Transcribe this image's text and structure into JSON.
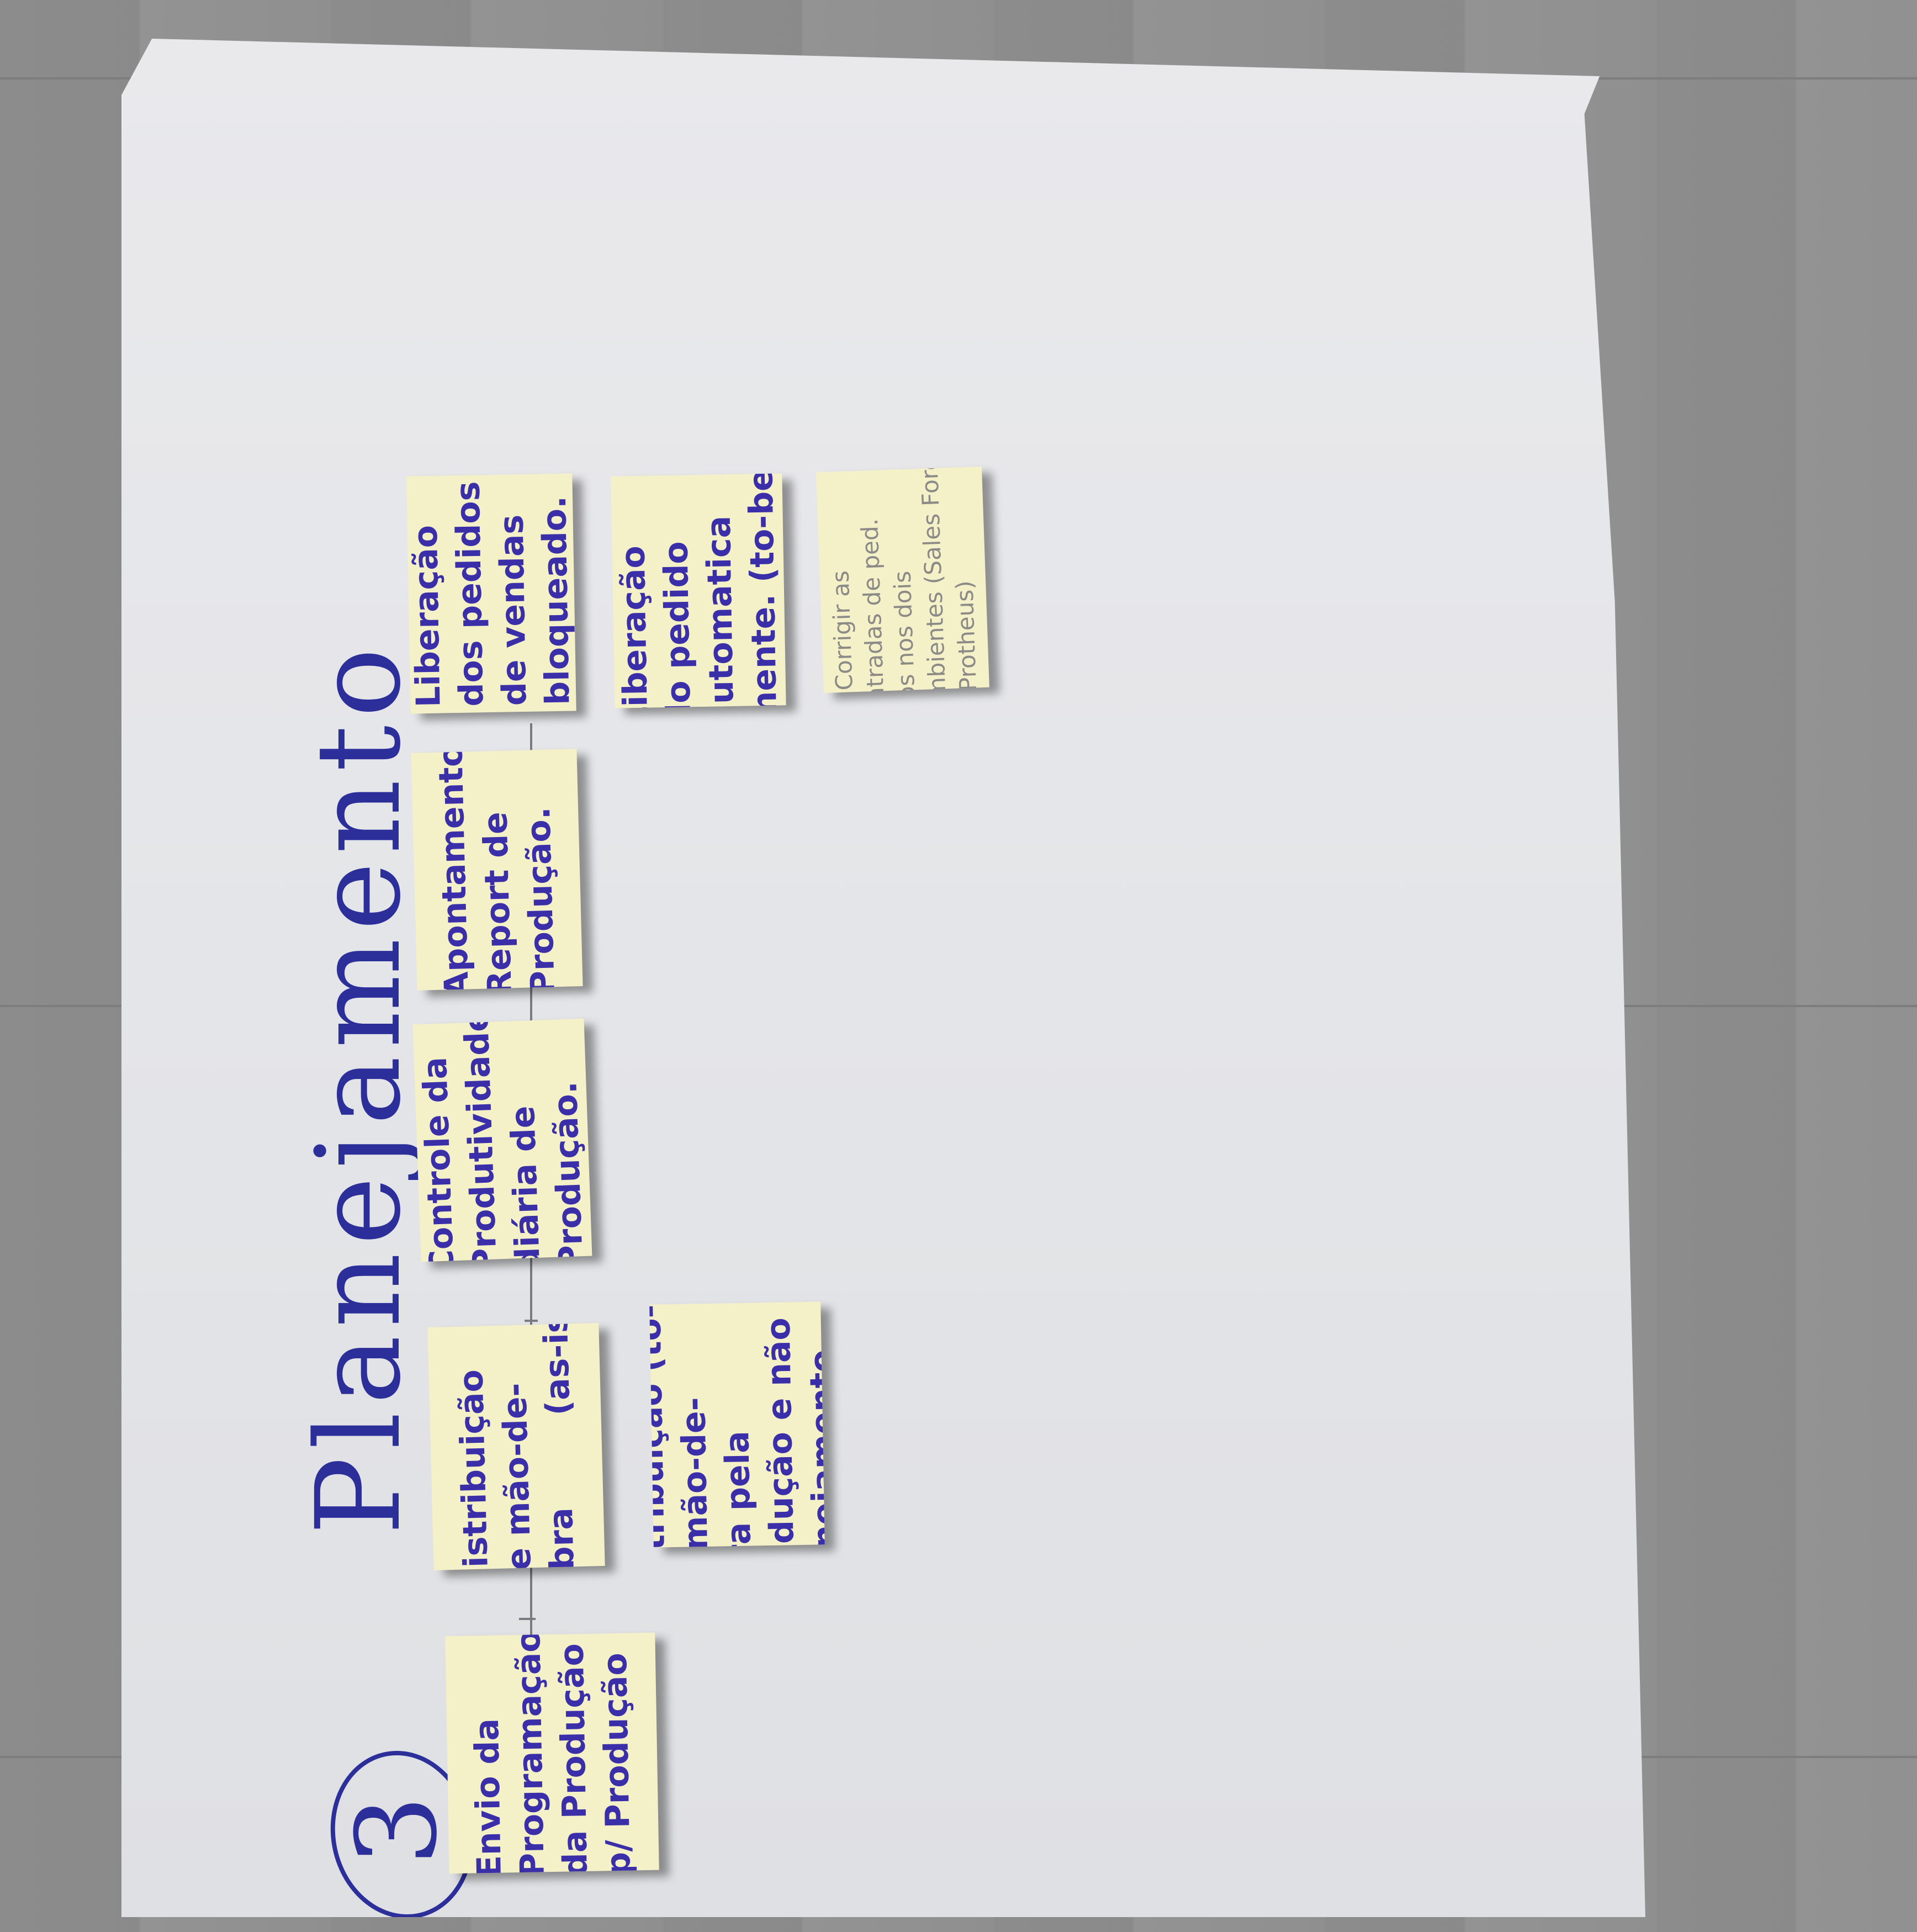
{
  "board": {
    "step_number": "3",
    "title": "Planejamento"
  },
  "notes": [
    {
      "id": "envio",
      "text": "Envio da\nProgramação\nda Produção\np/ Produção"
    },
    {
      "id": "distribuicao1",
      "text": "Distribuição\nde mão-de-\nobra        (as-is)"
    },
    {
      "id": "distribuicao2",
      "text": "Distribuição (to-be)\nde mão-de-\nobra pela\nprodução e não\nplanejamento"
    },
    {
      "id": "controle",
      "text": "Controle da\nProdutividade\ndiária de\nProdução."
    },
    {
      "id": "apontamento",
      "text": "Apontamento\nReport de\nProdução."
    },
    {
      "id": "liberacao1",
      "text": "Liberação\ndos pedidos\nde vendas\nbloqueado."
    },
    {
      "id": "liberacao2",
      "text": "Liberação\ndo pedido\nautomatica\nmente. (to-be)"
    },
    {
      "id": "corrigir",
      "text": "# Corrigir as\nentradas de ped.\ndos nos dois\nambientes (Sales Force\ne Protheus)"
    }
  ],
  "colors": {
    "ink": "#2c2f9a",
    "note": "#f4f1c9",
    "paper": "#e6e7ea",
    "floor": "#8e8e8e"
  }
}
